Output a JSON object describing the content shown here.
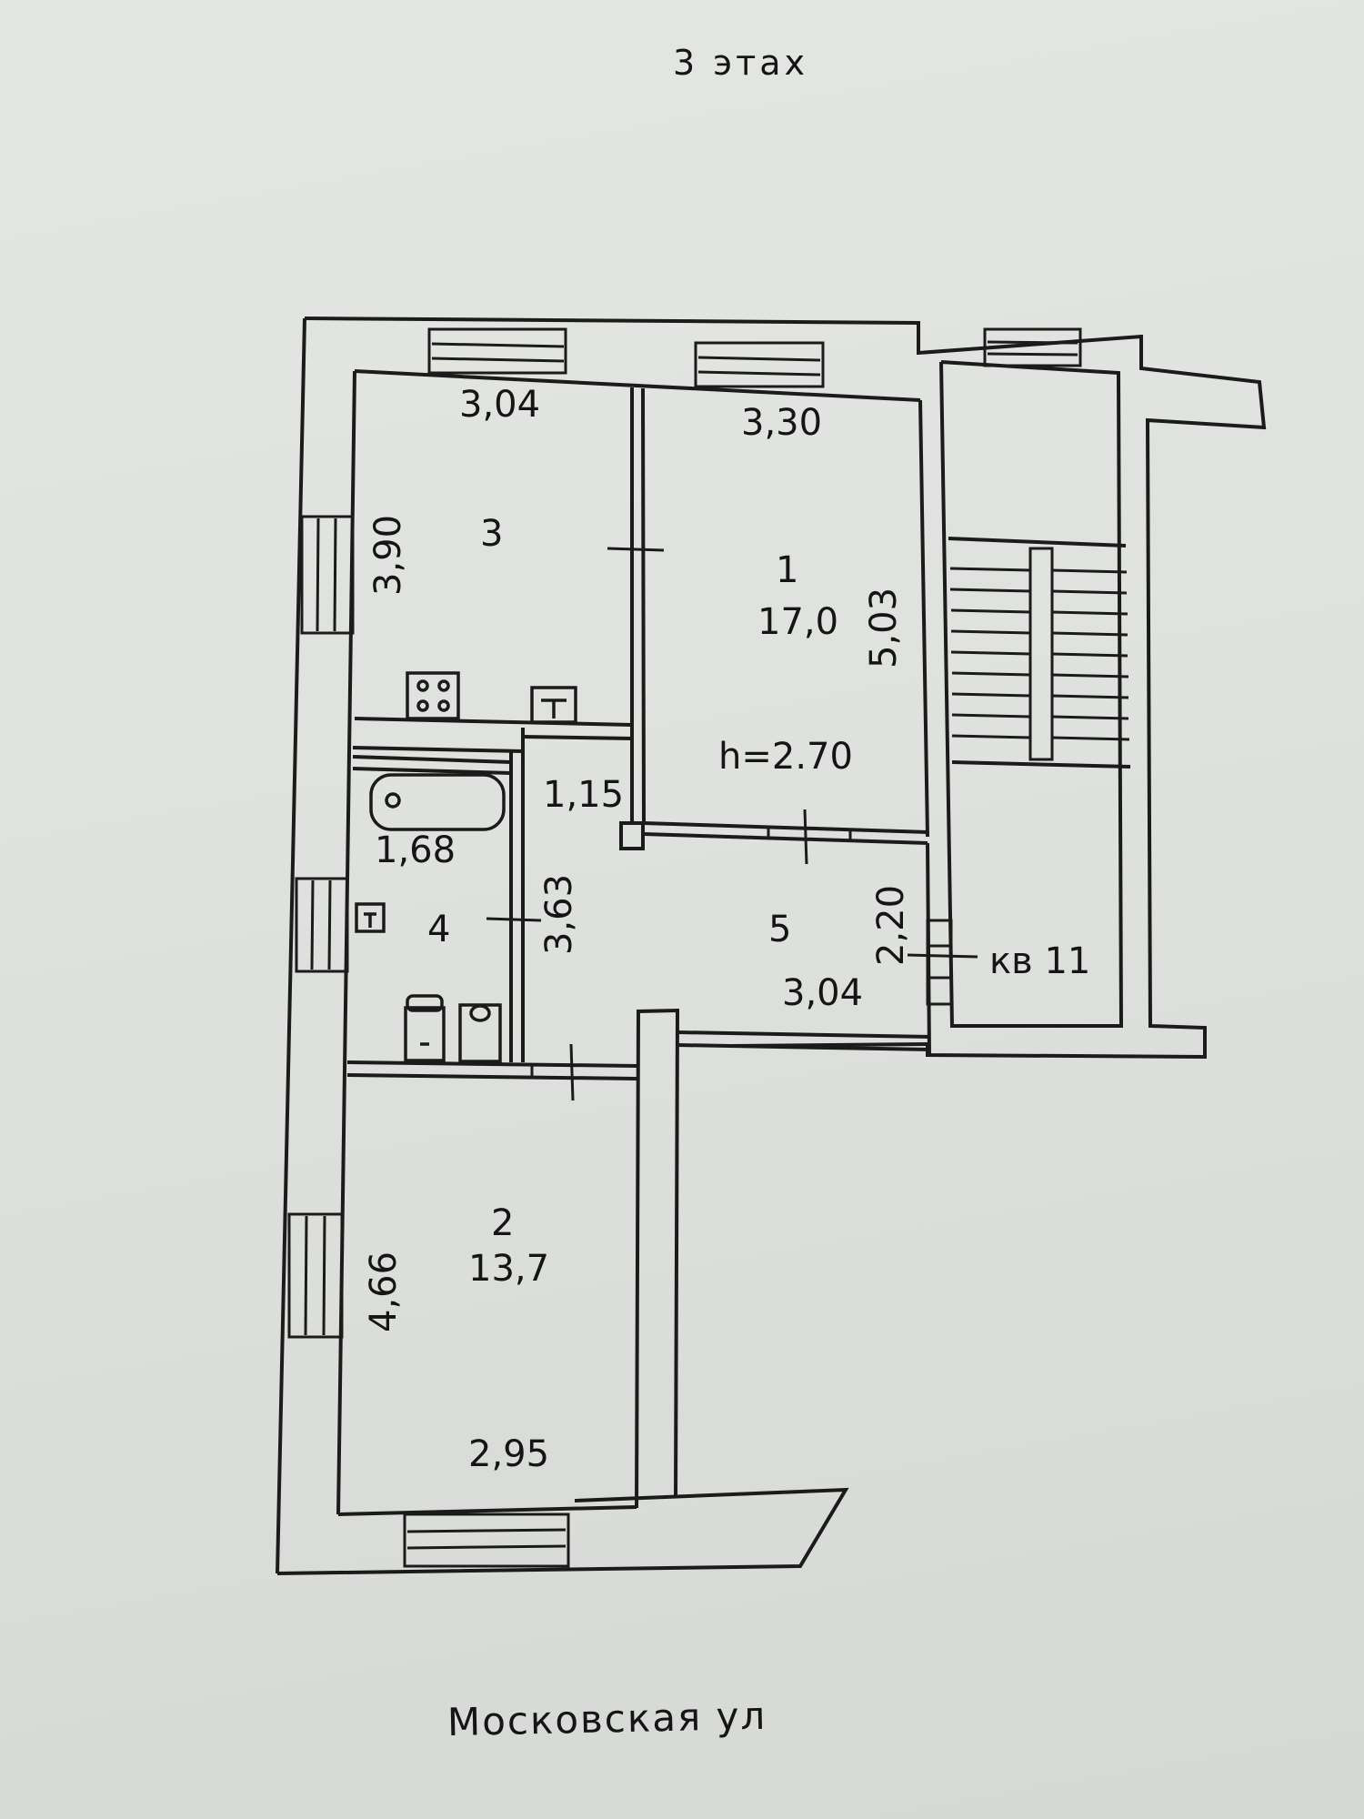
{
  "floor_label": "3 этах",
  "street_label": "Московская ул",
  "apartment_label": "кв 11",
  "ceiling_height": "h=2.70",
  "rooms": [
    {
      "number": "1",
      "area": "17,0",
      "width": "3,30",
      "length": "5,03"
    },
    {
      "number": "2",
      "area": "13,7",
      "width": "2,95",
      "length": "4,66"
    },
    {
      "number": "3",
      "width": "3,04",
      "length": "3,90"
    },
    {
      "number": "4",
      "width": "1,68",
      "length": "3,63"
    },
    {
      "number": "5",
      "width": "3,04",
      "length": "2,20"
    }
  ],
  "extra_dimensions": {
    "corridor_width": "1,15"
  }
}
